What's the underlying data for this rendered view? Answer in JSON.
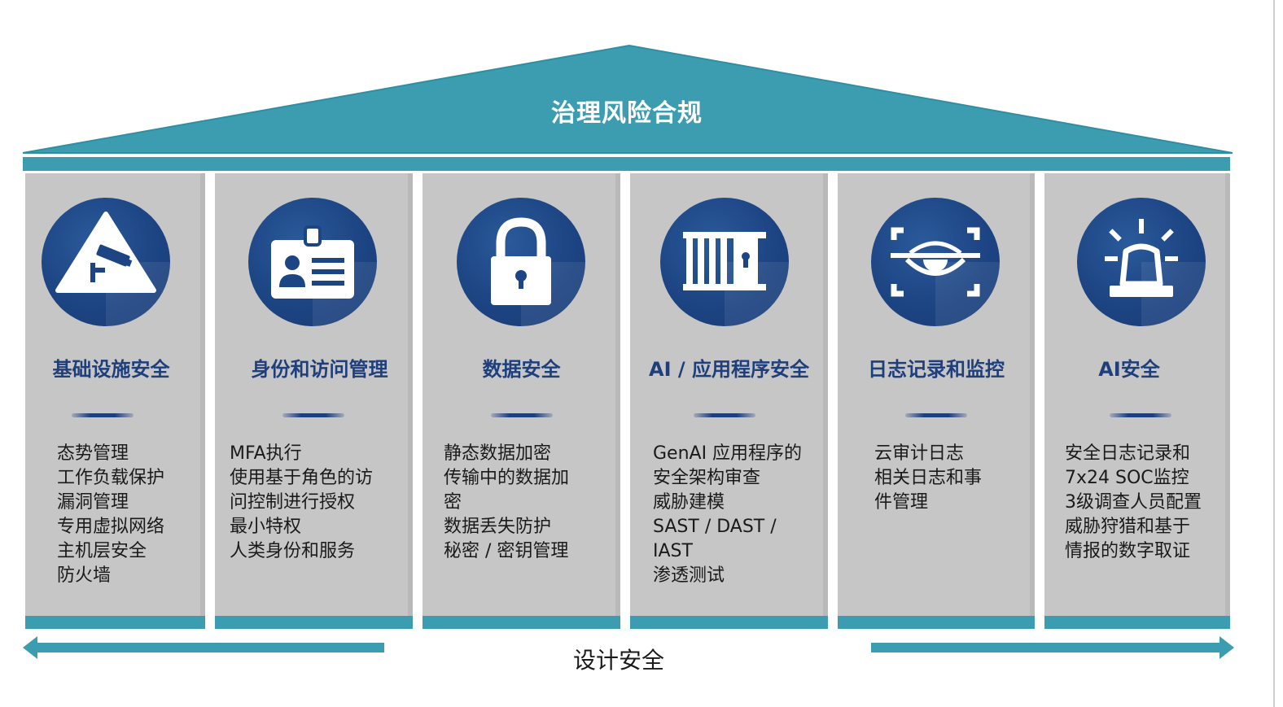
{
  "header": {
    "title": "治理风险合规"
  },
  "colors": {
    "teal": "#3d9db0",
    "navy": "#1d4483",
    "pillar": "#c6c6c6",
    "title_blue": "#1f3f7c"
  },
  "pillars": [
    {
      "icon": "surveillance-camera-warning-icon",
      "title": "基础设施安全",
      "items": [
        "态势管理",
        "工作负载保护",
        "漏洞管理",
        "专用虚拟网络",
        "主机层安全",
        "防火墙"
      ]
    },
    {
      "icon": "id-card-icon",
      "title": "身份和访问管理",
      "items": [
        "MFA执行",
        "使用基于角色的访",
        "问控制进行授权",
        "最小特权",
        "人类身份和服务"
      ]
    },
    {
      "icon": "padlock-icon",
      "title": "数据安全",
      "items": [
        "静态数据加密",
        "传输中的数据加",
        "密",
        "数据丢失防护",
        "秘密 / 密钥管理"
      ]
    },
    {
      "icon": "vault-lock-icon",
      "title": "AI / 应用程序安全",
      "items": [
        "GenAI 应用程序的",
        "安全架构审查",
        "威胁建模",
        "SAST / DAST /",
        "IAST",
        "渗透测试"
      ]
    },
    {
      "icon": "eye-scan-icon",
      "title": "日志记录和监控",
      "items": [
        "云审计日志",
        "相关日志和事",
        "件管理"
      ]
    },
    {
      "icon": "alarm-siren-icon",
      "title": "AI安全",
      "items": [
        "安全日志记录和",
        "7x24 SOC监控",
        "3级调查人员配置",
        "威胁狩猎和基于",
        "情报的数字取证"
      ]
    }
  ],
  "footer": {
    "label": "设计安全"
  }
}
